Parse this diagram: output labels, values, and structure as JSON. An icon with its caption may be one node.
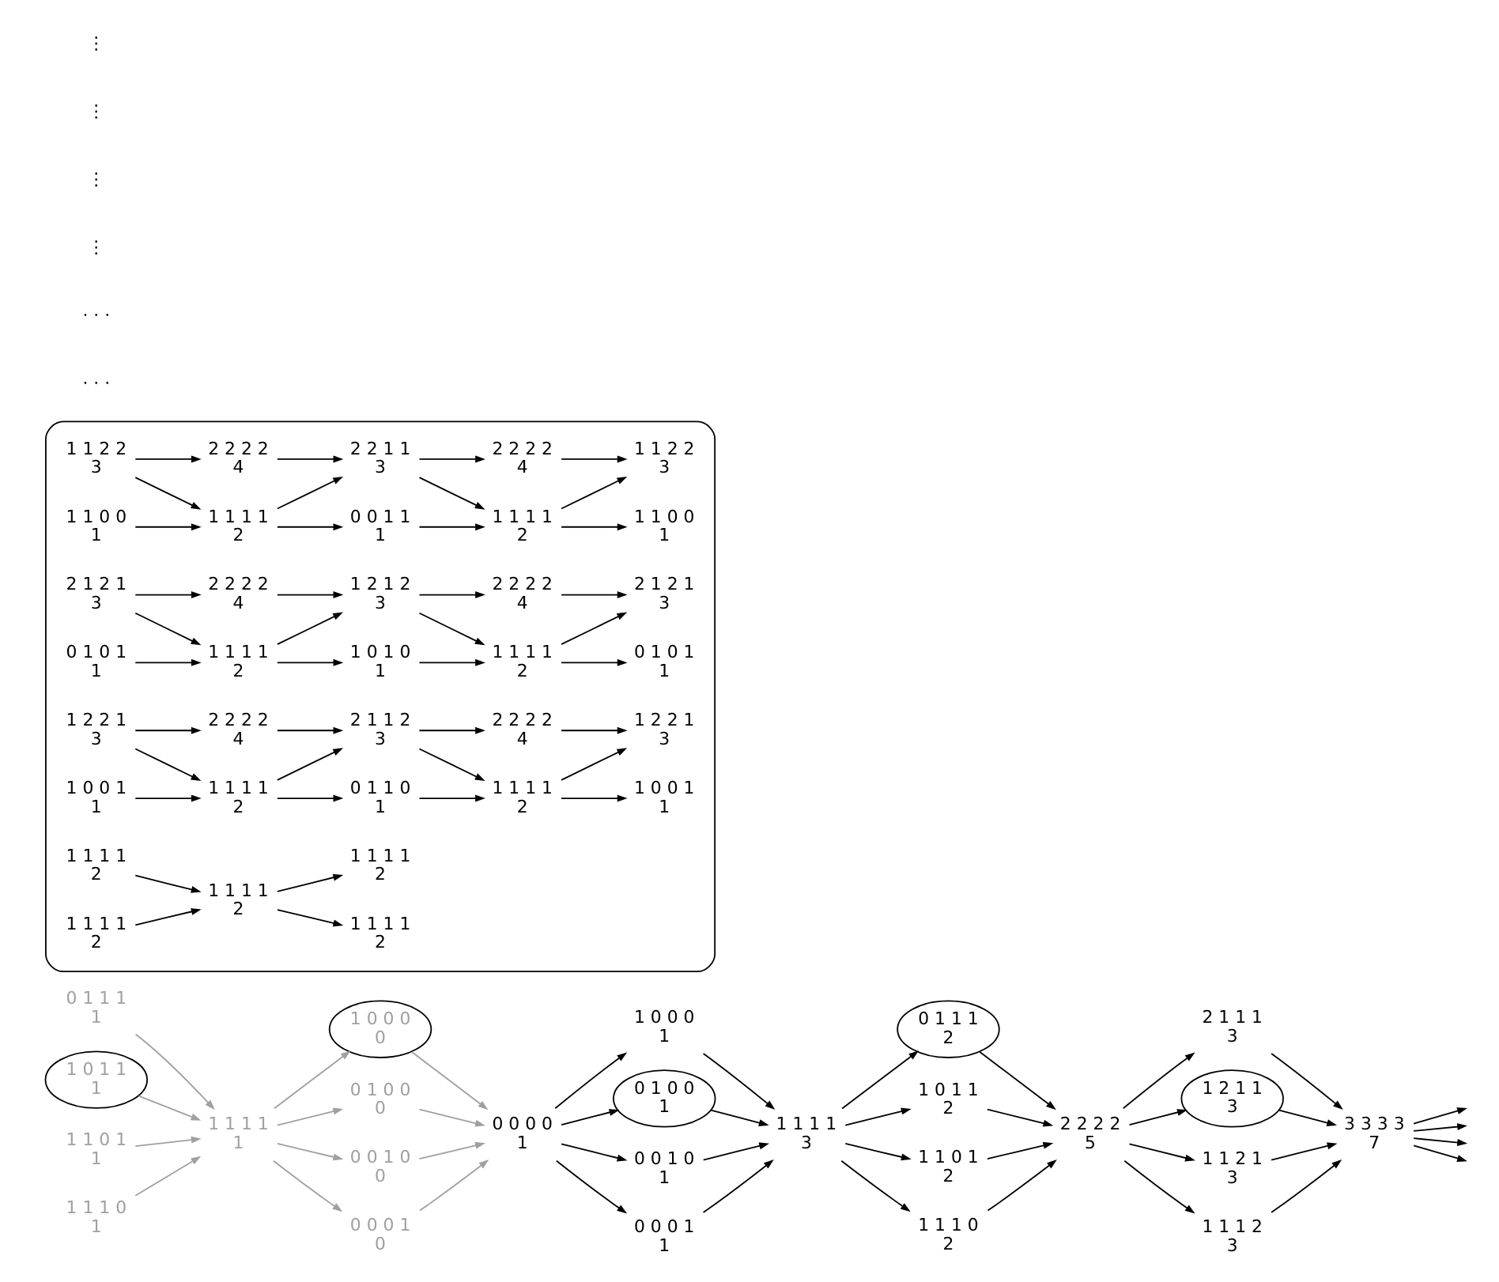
{
  "diagram": {
    "nodes": [
      {
        "text": [
          "0 1 1 1",
          "1"
        ]
      },
      {
        "text": [
          "1 0 1 1",
          "1"
        ]
      },
      {
        "text": [
          "1 1 0 1",
          "1"
        ]
      },
      {
        "text": [
          "1 1 1 0",
          "1"
        ]
      },
      {
        "text": [
          "1 1 1 1",
          "1"
        ]
      },
      {
        "text": [
          "1 0 0 0",
          "0"
        ]
      },
      {
        "text": [
          "0 1 0 0",
          "0"
        ]
      },
      {
        "text": [
          "0 0 1 0",
          "0"
        ]
      },
      {
        "text": [
          "0 0 0 1",
          "0"
        ]
      },
      {
        "text": [
          "0 0 0 0",
          "1"
        ]
      },
      {
        "text": [
          "1 0 0 0",
          "1"
        ]
      },
      {
        "text": [
          "0 1 0 0",
          "1"
        ]
      },
      {
        "text": [
          "0 0 1 0",
          "1"
        ]
      },
      {
        "text": [
          "0 0 0 1",
          "1"
        ]
      },
      {
        "text": [
          "1 1 1 1",
          "3"
        ]
      },
      {
        "text": [
          "0 1 1 1",
          "2"
        ]
      },
      {
        "text": [
          "1 0 1 1",
          "2"
        ]
      },
      {
        "text": [
          "1 1 0 1",
          "2"
        ]
      },
      {
        "text": [
          "1 1 1 0",
          "2"
        ]
      },
      {
        "text": [
          "2 2 2 2",
          "5"
        ]
      },
      {
        "text": [
          "2 1 1 1",
          "3"
        ]
      },
      {
        "text": [
          "1 2 1 1",
          "3"
        ]
      },
      {
        "text": [
          "1 1 2 1",
          "3"
        ]
      },
      {
        "text": [
          "1 1 1 2",
          "3"
        ]
      },
      {
        "text": [
          "3 3 3 3",
          "7"
        ]
      },
      {
        "text": [],
        "shape": "ellipse"
      },
      {
        "text": [
          "1 1 2 2",
          "3"
        ],
        "in": 25
      },
      {
        "text": [
          "1 1 0 0",
          "1"
        ],
        "in": 25
      },
      {
        "text": [
          "2 2 2 2",
          "4"
        ],
        "in": 25
      },
      {
        "text": [
          "1 1 1 1",
          "2"
        ],
        "in": 25
      },
      {
        "text": [
          "2 2 1 1",
          "3"
        ],
        "in": 25
      },
      {
        "text": [
          "0 0 1 1",
          "1"
        ],
        "in": 25
      },
      {
        "text": [
          "2 2 2 2",
          "4"
        ],
        "in": 25
      },
      {
        "text": [
          "1 1 1 1",
          "2"
        ],
        "in": 25
      },
      {
        "text": [
          "1 1 2 2",
          "3"
        ],
        "in": 25
      },
      {
        "text": [
          "1 1 0 0",
          "1"
        ],
        "in": 25
      },
      {
        "text": [
          "2 1 2 1",
          "3"
        ],
        "in": 25
      },
      {
        "text": [
          "0 1 0 1",
          "1"
        ],
        "in": 25
      },
      {
        "text": [
          "2 2 2 2",
          "4"
        ],
        "in": 25
      },
      {
        "text": [
          "1 1 1 1",
          "2"
        ],
        "in": 25
      },
      {
        "text": [
          "1 2 1 2",
          "3"
        ],
        "in": 25
      },
      {
        "text": [
          "1 0 1 0",
          "1"
        ],
        "in": 25
      },
      {
        "text": [
          "2 2 2 2",
          "4"
        ],
        "in": 25
      },
      {
        "text": [
          "1 1 1 1",
          "2"
        ],
        "in": 25
      },
      {
        "text": [
          "2 1 2 1",
          "3"
        ],
        "in": 25
      },
      {
        "text": [
          "0 1 0 1",
          "1"
        ],
        "in": 25
      },
      {
        "text": [
          "1 2 2 1",
          "3"
        ],
        "in": 25
      },
      {
        "text": [
          "1 0 0 1",
          "1"
        ],
        "in": 25
      },
      {
        "text": [
          "2 2 2 2",
          "4"
        ],
        "in": 25
      },
      {
        "text": [
          "1 1 1 1",
          "2"
        ],
        "in": 25
      },
      {
        "text": [
          "2 1 1 2",
          "3"
        ],
        "in": 25
      },
      {
        "text": [
          "0 1 1 0",
          "1"
        ],
        "in": 25
      },
      {
        "text": [
          "2 2 2 2",
          "4"
        ],
        "in": 25
      },
      {
        "text": [
          "1 1 1 1",
          "2"
        ],
        "in": 25
      },
      {
        "text": [
          "1 2 2 1",
          "3"
        ],
        "in": 25
      },
      {
        "text": [
          "1 0 0 1",
          "1"
        ],
        "in": 25
      },
      {
        "text": [
          "1 1 1 1",
          "2"
        ],
        "in": 25
      },
      {
        "text": [
          "1 1 1 1",
          "2"
        ],
        "in": 25
      },
      {
        "text": [
          "1 1 1 1",
          "2"
        ],
        "in": 25
      },
      {
        "text": [
          "1 1 1 1",
          "2"
        ],
        "in": 25
      },
      {
        "text": [
          "1 1 1 1",
          "2"
        ],
        "in": 25
      }
    ],
    "edges": [
      {
        "from": 0,
        "to": 4,
        "arrow": "to",
        "color": "#a0a0a0"
      },
      {
        "from": 1,
        "to": 4,
        "arrow": "to",
        "color": "#a0a0a0"
      },
      {
        "from": 2,
        "to": 4,
        "arrow": "to",
        "color": "#a0a0a0"
      },
      {
        "from": 3,
        "to": 4,
        "arrow": "to",
        "color": "#a0a0a0"
      },
      {
        "from": 4,
        "to": 5,
        "arrow": "to",
        "color": "#a0a0a0"
      },
      {
        "from": 4,
        "to": 6,
        "arrow": "to",
        "color": "#a0a0a0"
      },
      {
        "from": 4,
        "to": 7,
        "arrow": "to",
        "color": "#a0a0a0"
      },
      {
        "from": 4,
        "to": 8,
        "arrow": "to",
        "color": "#a0a0a0"
      },
      {
        "from": 5,
        "to": 9,
        "arrow": "to",
        "color": "#a0a0a0"
      },
      {
        "from": 6,
        "to": 9,
        "arrow": "to",
        "color": "#a0a0a0"
      },
      {
        "from": 7,
        "to": 9,
        "arrow": "to",
        "color": "#a0a0a0"
      },
      {
        "from": 8,
        "to": 9,
        "arrow": "to",
        "color": "#a0a0a0"
      },
      {
        "from": 9,
        "to": 10,
        "arrow": "to"
      },
      {
        "from": 9,
        "to": 11,
        "arrow": "to"
      },
      {
        "from": 9,
        "to": 12,
        "arrow": "to"
      },
      {
        "from": 9,
        "to": 13,
        "arrow": "to"
      },
      {
        "from": 10,
        "to": 14,
        "arrow": "to"
      },
      {
        "from": 11,
        "to": 14,
        "arrow": "to"
      },
      {
        "from": 12,
        "to": 14,
        "arrow": "to"
      },
      {
        "from": 13,
        "to": 14,
        "arrow": "to"
      },
      {
        "from": 14,
        "to": 15,
        "arrow": "to"
      },
      {
        "from": 14,
        "to": 16,
        "arrow": "to"
      },
      {
        "from": 14,
        "to": 17,
        "arrow": "to"
      },
      {
        "from": 14,
        "to": 18,
        "arrow": "to"
      },
      {
        "from": 15,
        "to": 19,
        "arrow": "to"
      },
      {
        "from": 16,
        "to": 19,
        "arrow": "to"
      },
      {
        "from": 17,
        "to": 19,
        "arrow": "to"
      },
      {
        "from": 18,
        "to": 19,
        "arrow": "to"
      },
      {
        "from": 19,
        "to": 20,
        "arrow": "to"
      },
      {
        "from": 19,
        "to": 21,
        "arrow": "to"
      },
      {
        "from": 19,
        "to": 22,
        "arrow": "to"
      },
      {
        "from": 19,
        "to": 23,
        "arrow": "to"
      },
      {
        "from": 20,
        "to": 24,
        "arrow": "to"
      },
      {
        "from": 21,
        "to": 24,
        "arrow": "to"
      },
      {
        "from": 22,
        "to": 24,
        "arrow": "to"
      },
      {
        "from": 23,
        "to": 24,
        "arrow": "to"
      },
      {
        "from": 24,
        "to": null,
        "arrow": "to"
      },
      {
        "from": 24,
        "to": null,
        "arrow": "to"
      },
      {
        "from": 24,
        "to": null,
        "arrow": "to"
      },
      {
        "from": 24,
        "to": null,
        "arrow": "to"
      },
      {
        "from": 26,
        "to": 28,
        "arrow": "to"
      },
      {
        "from": 26,
        "to": 29,
        "arrow": "to"
      },
      {
        "from": 27,
        "to": 29,
        "arrow": "to"
      },
      {
        "from": 28,
        "to": 30,
        "arrow": "to"
      },
      {
        "from": 29,
        "to": 30,
        "arrow": "to"
      },
      {
        "from": 29,
        "to": 31,
        "arrow": "to"
      },
      {
        "from": 30,
        "to": 32,
        "arrow": "to"
      },
      {
        "from": 30,
        "to": 33,
        "arrow": "to"
      },
      {
        "from": 31,
        "to": 33,
        "arrow": "to"
      },
      {
        "from": 32,
        "to": 34,
        "arrow": "to"
      },
      {
        "from": 33,
        "to": 34,
        "arrow": "to"
      },
      {
        "from": 33,
        "to": 35,
        "arrow": "to"
      },
      {
        "from": 36,
        "to": 38,
        "arrow": "to"
      },
      {
        "from": 36,
        "to": 39,
        "arrow": "to"
      },
      {
        "from": 37,
        "to": 39,
        "arrow": "to"
      },
      {
        "from": 38,
        "to": 40,
        "arrow": "to"
      },
      {
        "from": 39,
        "to": 40,
        "arrow": "to"
      },
      {
        "from": 39,
        "to": 41,
        "arrow": "to"
      },
      {
        "from": 40,
        "to": 42,
        "arrow": "to"
      },
      {
        "from": 40,
        "to": 43,
        "arrow": "to"
      },
      {
        "from": 41,
        "to": 43,
        "arrow": "to"
      },
      {
        "from": 42,
        "to": 44,
        "arrow": "to"
      },
      {
        "from": 43,
        "to": 44,
        "arrow": "to"
      },
      {
        "from": 43,
        "to": 45,
        "arrow": "to"
      },
      {
        "from": 46,
        "to": 48,
        "arrow": "to"
      },
      {
        "from": 46,
        "to": 49,
        "arrow": "to"
      },
      {
        "from": 47,
        "to": 49,
        "arrow": "to"
      },
      {
        "from": 48,
        "to": 50,
        "arrow": "to"
      },
      {
        "from": 49,
        "to": 50,
        "arrow": "to"
      },
      {
        "from": 49,
        "to": 51,
        "arrow": "to"
      },
      {
        "from": 50,
        "to": 52,
        "arrow": "to"
      },
      {
        "from": 50,
        "to": 53,
        "arrow": "to"
      },
      {
        "from": 51,
        "to": 53,
        "arrow": "to"
      },
      {
        "from": 52,
        "to": 54,
        "arrow": "to"
      },
      {
        "from": 53,
        "to": 54,
        "arrow": "to"
      },
      {
        "from": 53,
        "to": 55,
        "arrow": "to"
      },
      {
        "from": 56,
        "to": 58,
        "arrow": "to"
      },
      {
        "from": 57,
        "to": 58,
        "arrow": "to"
      },
      {
        "from": 58,
        "to": 59,
        "arrow": "to"
      },
      {
        "from": 58,
        "to": 60,
        "arrow": "to"
      }
    ],
    "labels": [
      "· · ·",
      "· · ·",
      "⋮",
      "⋮",
      "⋮",
      "⋮"
    ]
  }
}
